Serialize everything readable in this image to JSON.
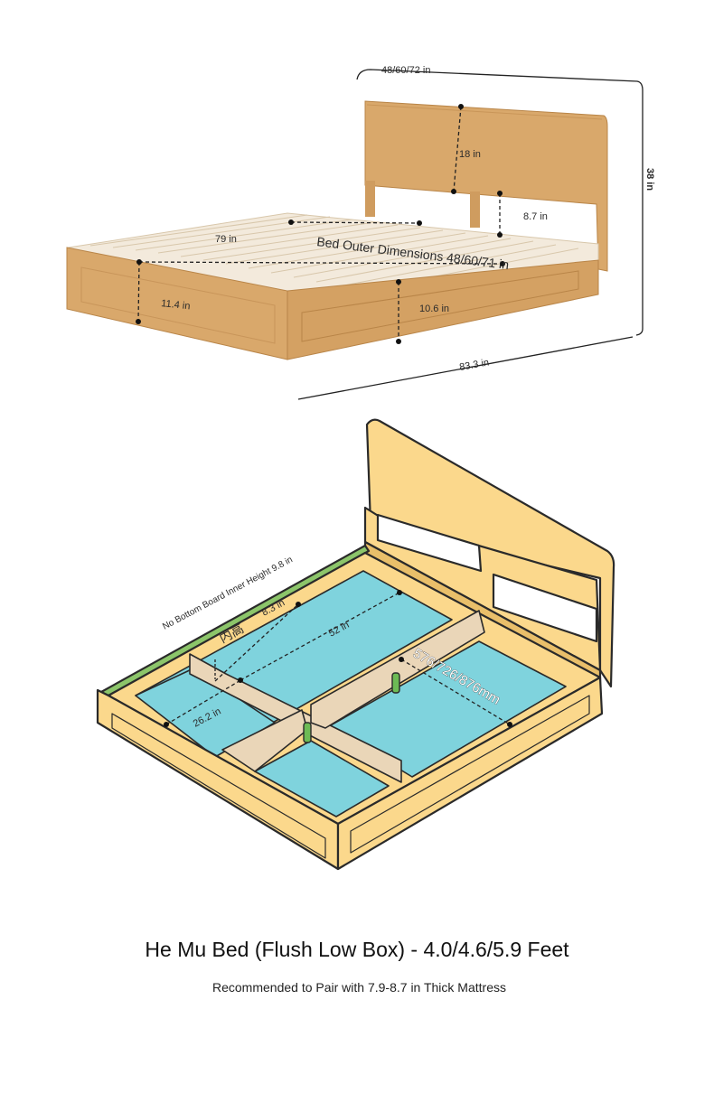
{
  "upper_view": {
    "width_label": "48/60/72 in",
    "height_label": "38 in",
    "headboard_panel_label": "18 in",
    "headboard_gap_label": "8.7 in",
    "slat_length_label": "79 in",
    "outer_dimensions_label": "Bed Outer Dimensions 48/60/71 in",
    "foot_height_label": "11.4 in",
    "side_height_label": "10.6 in",
    "length_label": "83.3 in"
  },
  "lower_view": {
    "inner_height_label": "No Bottom Board Inner Height 9.8 in",
    "compartment_height_label": "8.3 in",
    "chinese_label": "内高",
    "length_label": "52 in",
    "depth_label": "26.2 in",
    "mm_label": "576/726/876mm",
    "palette": {
      "frame": "#fbd88c",
      "frame_dark": "#e9bf6a",
      "compartment": "#7fd3dd",
      "divider": "#ead6b8",
      "peg": "#6dbb55",
      "rail": "#8cc56a"
    }
  },
  "title": "He Mu Bed (Flush Low Box) - 4.0/4.6/5.9 Feet",
  "subtitle": "Recommended to Pair with 7.9-8.7 in Thick Mattress",
  "upper_palette": {
    "wood": "#d9a86b",
    "wood_dark": "#b98548",
    "slat": "#f3eadc"
  }
}
